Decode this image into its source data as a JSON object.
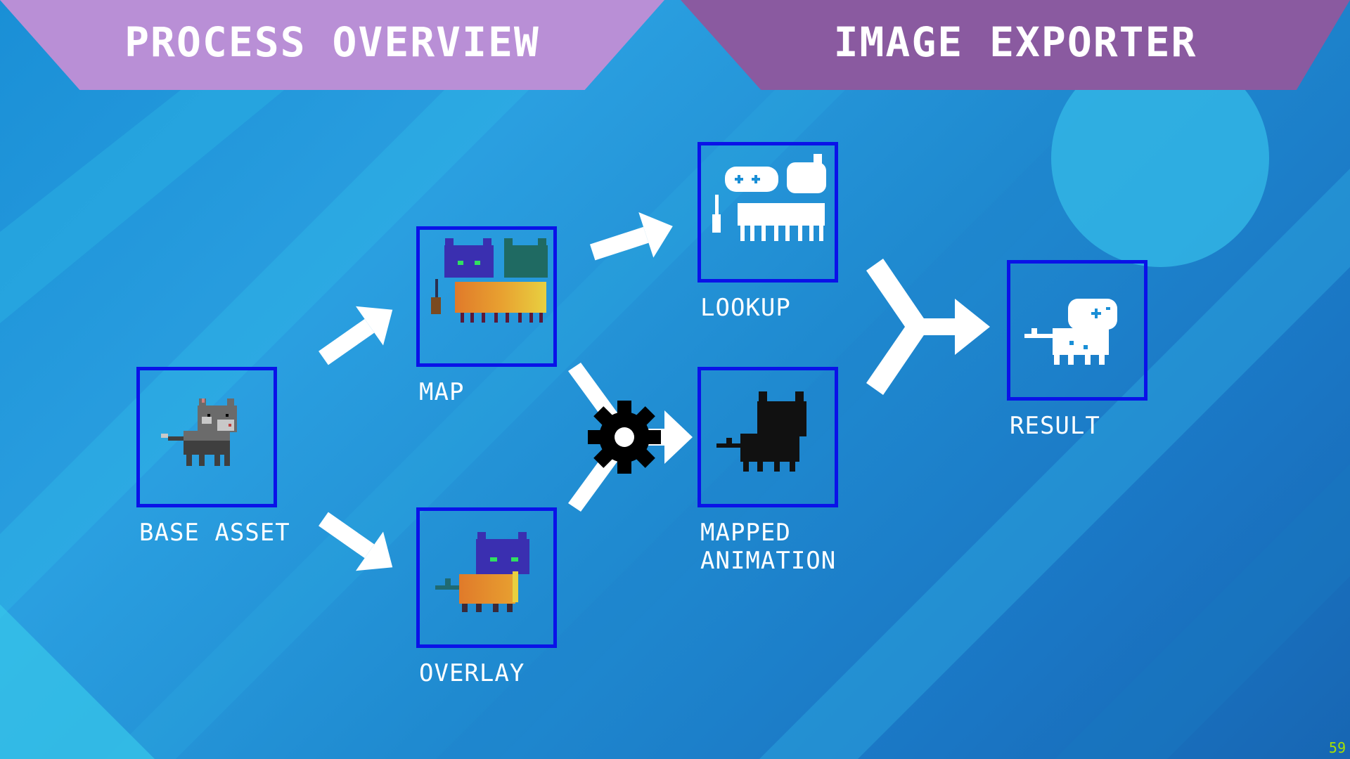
{
  "header": {
    "left_title": "PROCESS OVERVIEW",
    "right_title": "IMAGE EXPORTER"
  },
  "nodes": {
    "base_asset": {
      "label": "BASE ASSET",
      "icon": "gray-cat-sprite-icon"
    },
    "map": {
      "label": "MAP",
      "icon": "color-map-cat-sprite-icon"
    },
    "overlay": {
      "label": "OVERLAY",
      "icon": "overlay-cat-sprite-icon"
    },
    "lookup": {
      "label": "LOOKUP",
      "icon": "lookup-cat-sprite-icon"
    },
    "mapped_animation": {
      "label_line1": "MAPPED",
      "label_line2": "ANIMATION",
      "icon": "black-cat-silhouette-icon"
    },
    "result": {
      "label": "RESULT",
      "icon": "white-cat-sprite-icon"
    }
  },
  "connectors": {
    "process_symbol": "gear-icon"
  },
  "footer": {
    "page_number": "59"
  },
  "colors": {
    "node_border": "#0a12e8",
    "banner_left": "#b98fd6",
    "banner_right": "#8a5aa0",
    "page_number": "#a8e000"
  }
}
